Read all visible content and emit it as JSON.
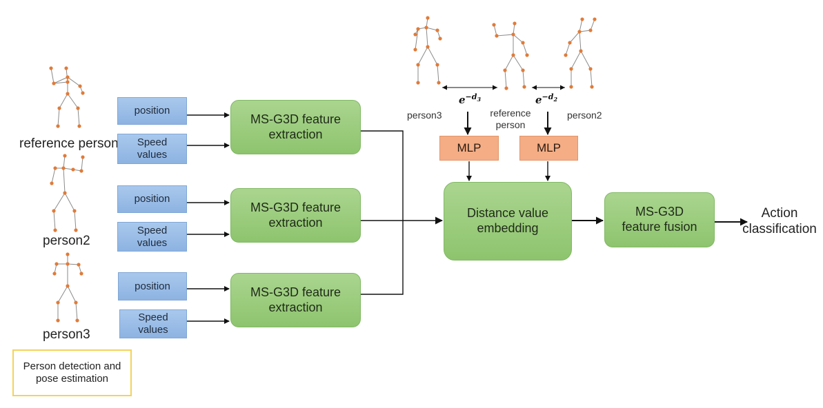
{
  "inputs": {
    "position_label": "position",
    "speed_label": "Speed values"
  },
  "feature_extraction_label": "MS-G3D feature extraction",
  "people": {
    "reference": "reference person",
    "person2": "person2",
    "person3": "person3"
  },
  "top": {
    "person3": "person3",
    "reference": "reference person",
    "person2": "person2",
    "formula_base": "e",
    "formula_exp_prefix": "−d",
    "d3_sub": "3",
    "d2_sub": "2",
    "mlp_label": "MLP"
  },
  "distance_embedding_label": "Distance value embedding",
  "feature_fusion_label": "MS-G3D feature fusion",
  "output_label": "Action classification",
  "legend_label": "Person detection and pose estimation",
  "colors": {
    "input_box": "#8db3e2",
    "module_box": "#8ec46e",
    "mlp_box": "#f4ad85",
    "legend_border": "#f3d35a",
    "skeleton_joint": "#e07b39",
    "skeleton_bone": "#8a8a8a"
  }
}
